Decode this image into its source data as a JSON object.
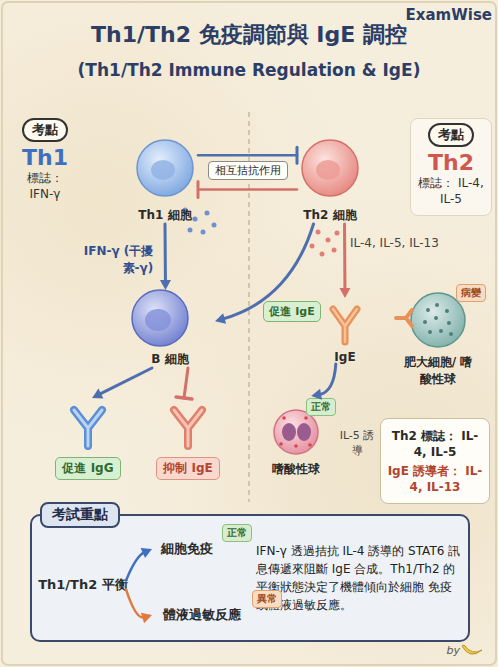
{
  "diagram": {
    "title": "Th1/Th2 免疫調節與 IgE 調控",
    "nodes": [
      {
        "text": [
          "考點",
          "Th1",
          "標誌： IFN-γ"
        ]
      },
      {
        "text": [
          "考點",
          "Th2",
          "標誌： IL-4, IL-5"
        ]
      },
      {
        "text": [
          "Th1 細胞"
        ]
      },
      {
        "text": [
          "Th2 細胞"
        ]
      },
      {
        "text": [
          "B 細胞"
        ]
      },
      {
        "text": [
          "促進 IgE"
        ]
      },
      {
        "text": [
          "IgE"
        ]
      },
      {
        "text": [
          "病變",
          "肥大細胞/ 嗜酸性球"
        ]
      },
      {
        "text": [
          "促進 IgG"
        ]
      },
      {
        "text": [
          "抑制 IgE"
        ]
      },
      {
        "text": [
          "正常",
          "嗜酸性球"
        ]
      },
      {
        "text": [
          "Th2 標誌： IL-4, IL-5",
          "IgE 誘導者： IL-4, IL-13"
        ]
      },
      {
        "text": [
          "考試重點",
          "IFN-γ 透過拮抗 IL-4 誘導的 STAT6 訊息傳遞來阻斷 IgE 合成。Th1/Th2 的平衡狀態決定了機體傾向於細胞 免疫或體液過敏反應。"
        ]
      },
      {
        "text": [
          "Th1/Th2 平衡"
        ],
        "in": 12
      },
      {
        "text": [
          "細胞免疫",
          "正常"
        ],
        "in": 12
      },
      {
        "text": [
          "體液過敏反應",
          "異常"
        ],
        "in": 12
      }
    ],
    "edges": [
      {
        "from": 2,
        "to": 3,
        "arrow": "to",
        "label": "相互拮抗作用"
      },
      {
        "from": 3,
        "to": 2,
        "arrow": "to"
      },
      {
        "from": 2,
        "to": 4,
        "arrow": "to",
        "label": "IFN-γ (干擾素-γ)"
      },
      {
        "from": 3,
        "to": 4,
        "arrow": "to"
      },
      {
        "from": 3,
        "to": 6,
        "arrow": "to"
      },
      {
        "from": 4,
        "to": 8,
        "arrow": "to"
      },
      {
        "from": 4,
        "to": 9,
        "arrow": "to"
      },
      {
        "from": 6,
        "to": 10,
        "arrow": "to"
      },
      {
        "from": 13,
        "to": 14,
        "arrow": "to"
      },
      {
        "from": 13,
        "to": 15,
        "arrow": "to"
      }
    ],
    "labels": [
      "ExamWise",
      "(Th1/Th2 Immune Regulation & IgE)",
      "IL-4, IL-5, IL-13",
      "IL-5 誘導",
      "by"
    ]
  }
}
